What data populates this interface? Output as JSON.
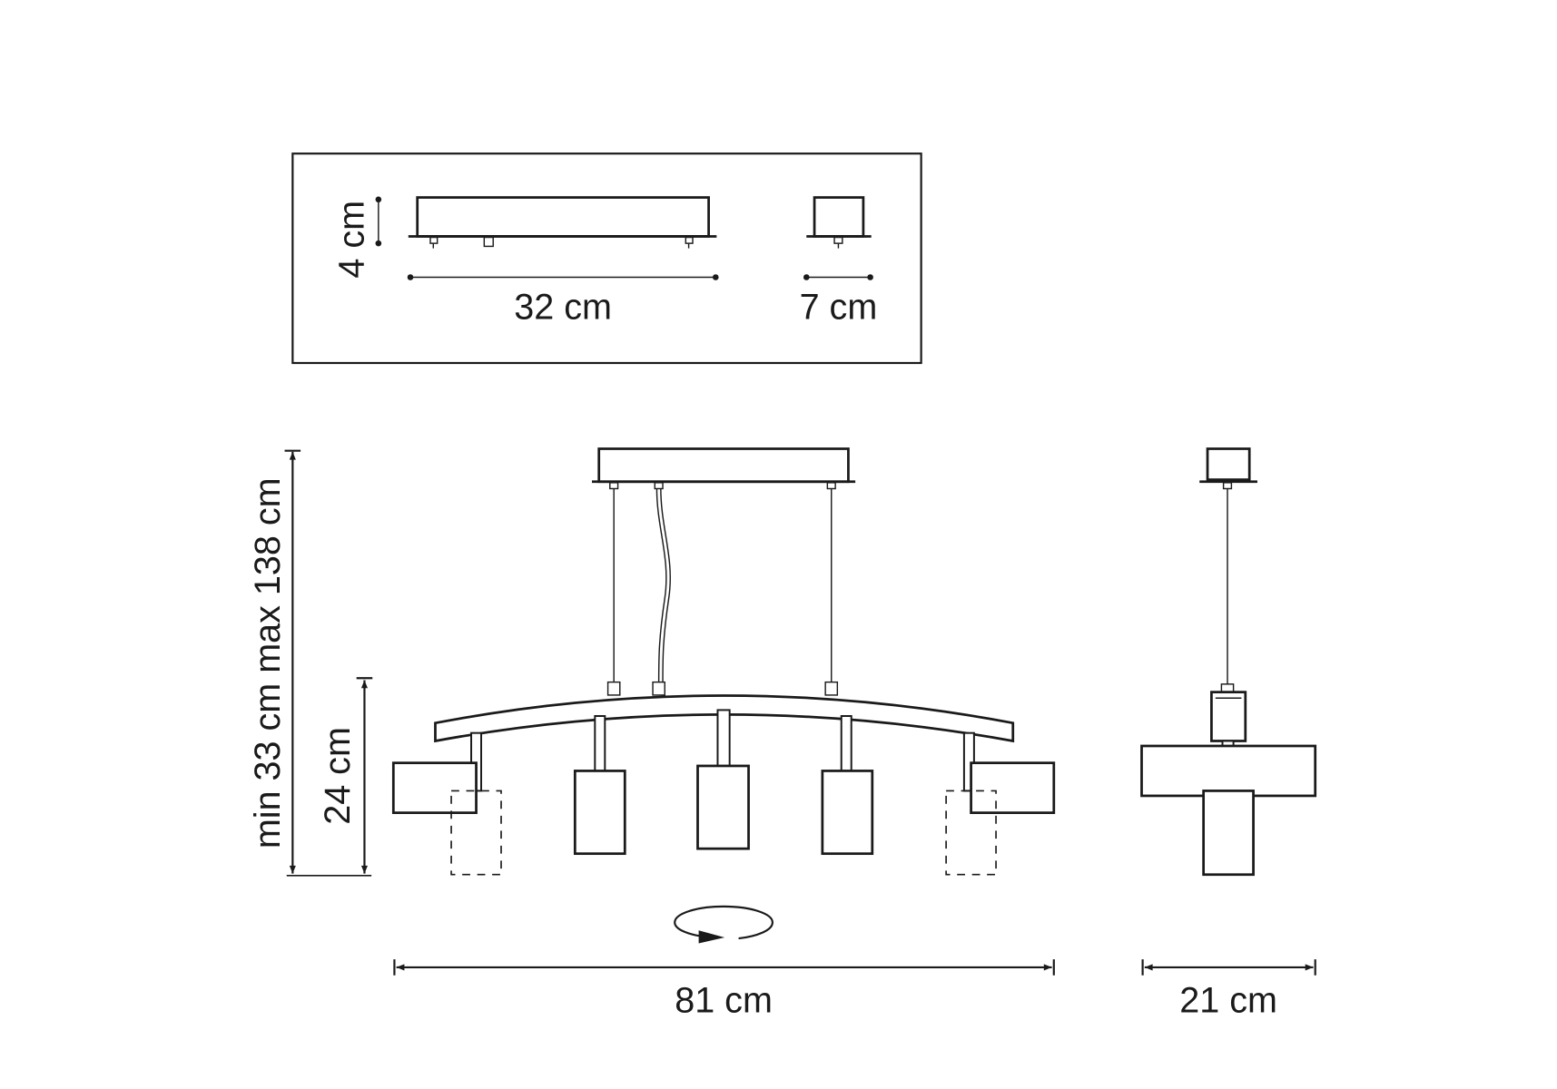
{
  "canopy_detail": {
    "height_label": "4 cm",
    "length_label": "32 cm",
    "width_label": "7 cm"
  },
  "front_view": {
    "height_range_label": "min 33 cm max 138 cm",
    "shade_height_label": "24 cm",
    "width_label": "81 cm",
    "rotation_icon": "rotate-arrow-icon"
  },
  "side_view": {
    "width_label": "21 cm"
  },
  "colors": {
    "line": "#1a1a1a",
    "background": "#ffffff"
  }
}
